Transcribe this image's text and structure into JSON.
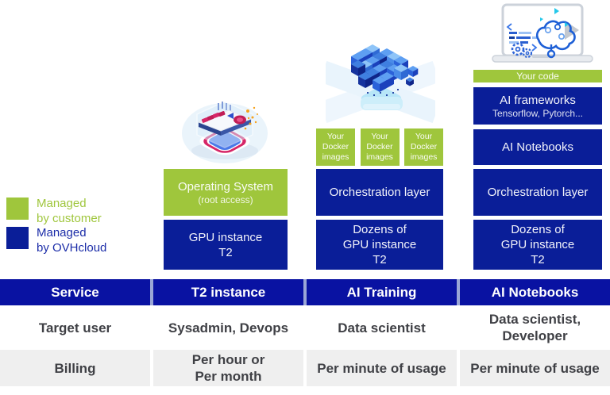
{
  "colors": {
    "brand_green": "#9FC63C",
    "brand_blue": "#0A1E98",
    "table_header_blue": "#0912A2",
    "table_header_divider": "#9AA6D6",
    "table_text": "#3F4045",
    "table_row_alt": "#EFEFEF",
    "legend_green_text": "#9FC63C",
    "legend_blue_text": "#1B2CA8"
  },
  "legend": {
    "customer_label": "Managed\nby customer",
    "ovhcloud_label": "Managed\nby OVHcloud"
  },
  "stacks": {
    "t2": {
      "os_title": "Operating System",
      "os_sub": "(root access)",
      "gpu_label": "GPU instance\nT2"
    },
    "training": {
      "docker": [
        "Your\nDocker\nimages",
        "Your\nDocker\nimages",
        "Your\nDocker\nimages"
      ],
      "orchestration_label": "Orchestration layer",
      "gpu_label": "Dozens of\nGPU instance\nT2"
    },
    "notebooks": {
      "your_code_label": "Your code",
      "frameworks_title": "AI frameworks",
      "frameworks_sub": "Tensorflow, Pytorch...",
      "notebooks_label": "AI Notebooks",
      "orchestration_label": "Orchestration layer",
      "gpu_label": "Dozens of\nGPU instance\nT2"
    }
  },
  "table": {
    "headers": [
      "Service",
      "T2 instance",
      "AI Training",
      "AI Notebooks"
    ],
    "rows": [
      {
        "label": "Target user",
        "cells": [
          "Sysadmin, Devops",
          "Data scientist",
          "Data scientist,\nDeveloper"
        ]
      },
      {
        "label": "Billing",
        "cells": [
          "Per hour or\nPer month",
          "Per minute of usage",
          "Per minute of usage"
        ]
      }
    ]
  },
  "illustrations": {
    "t2": "gpu-card-on-platform",
    "training": "voxel-cube-cluster",
    "notebooks": "laptop-with-ai-brain"
  }
}
